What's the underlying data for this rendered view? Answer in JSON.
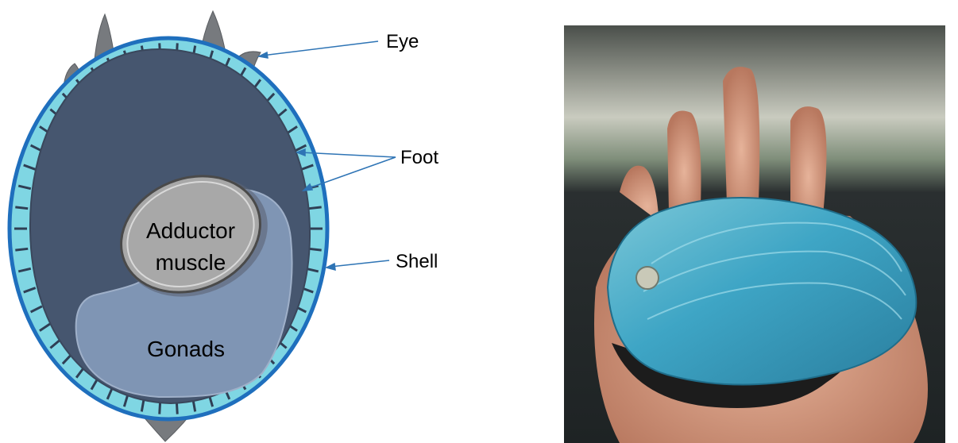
{
  "diagram": {
    "labels": {
      "eye": "Eye",
      "foot": "Foot",
      "shell": "Shell",
      "adductor_line1": "Adductor",
      "adductor_line2": "muscle",
      "gonads": "Gonads"
    },
    "colors": {
      "shell_outline": "#1f6fbd",
      "shell_fill": "#7fd6e3",
      "body": "#46566f",
      "gonads": "#7f95b4",
      "muscle": "#a8a8a8",
      "tentacles": "#777a7e",
      "arrows": "#2e74b5"
    }
  },
  "photo": {
    "colors": {
      "background": "#2a2d2a",
      "hand": "#d9a58c",
      "shell": "#3ea5c5",
      "foot": "#1c1c1c"
    }
  }
}
